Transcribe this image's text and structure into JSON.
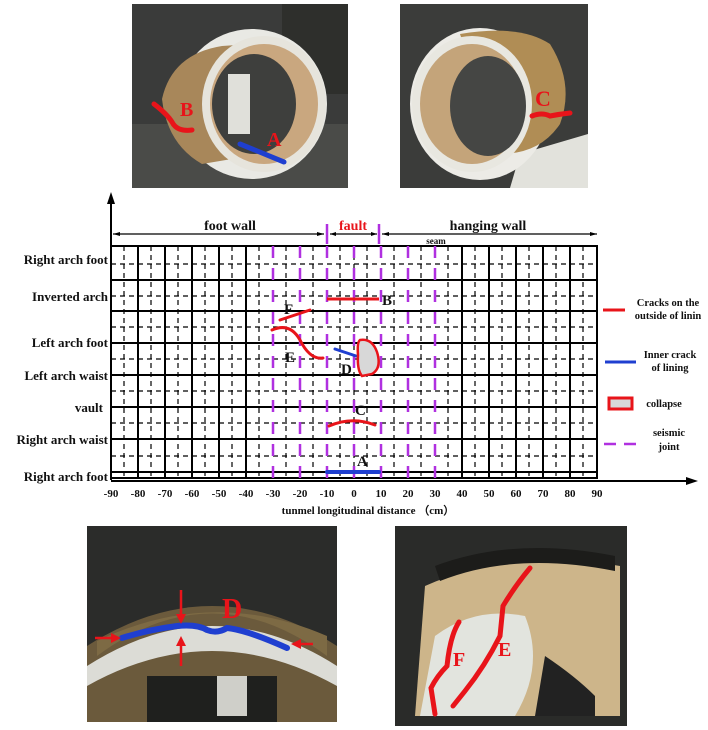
{
  "photos": [
    {
      "id": "photo-top-left",
      "labels": [
        "B",
        "A"
      ],
      "caption": ""
    },
    {
      "id": "photo-top-right",
      "labels": [
        "C"
      ]
    },
    {
      "id": "photo-bottom-left",
      "labels": [
        "D"
      ]
    },
    {
      "id": "photo-bottom-right",
      "labels": [
        "F",
        "E"
      ]
    }
  ],
  "diagram": {
    "regions": {
      "foot_wall": "foot wall",
      "fault": "fault",
      "hanging_wall": "hanging wall",
      "seam": "seam"
    },
    "row_labels": [
      "Right arch foot",
      "Inverted arch",
      "Left arch foot",
      "Left arch waist",
      "vault",
      "Right arch waist",
      "Right arch foot"
    ],
    "x_ticks": [
      "-90",
      "-80",
      "-70",
      "-60",
      "-50",
      "-40",
      "-30",
      "-20",
      "-10",
      "0",
      "10",
      "20",
      "30",
      "40",
      "50",
      "60",
      "70",
      "80",
      "90"
    ],
    "x_label": "tunmel longitudinal distance （cm）",
    "cracks": {
      "A": "A",
      "B": "B",
      "C": "C",
      "D": "D",
      "E": "E",
      "F": "F"
    },
    "legend": {
      "outer_crack_line1": "Cracks on the",
      "outer_crack_line2": "outside of linin",
      "inner_crack_line1": "Inner crack",
      "inner_crack_line2": "of lining",
      "collapse": "collapse",
      "seismic_line1": "seismic",
      "seismic_line2": "joint"
    },
    "colors": {
      "outer_crack": "#e8141a",
      "inner_crack": "#1f3fd0",
      "seismic_joint": "#b030e0",
      "collapse_fill": "#d8d8d8"
    }
  }
}
